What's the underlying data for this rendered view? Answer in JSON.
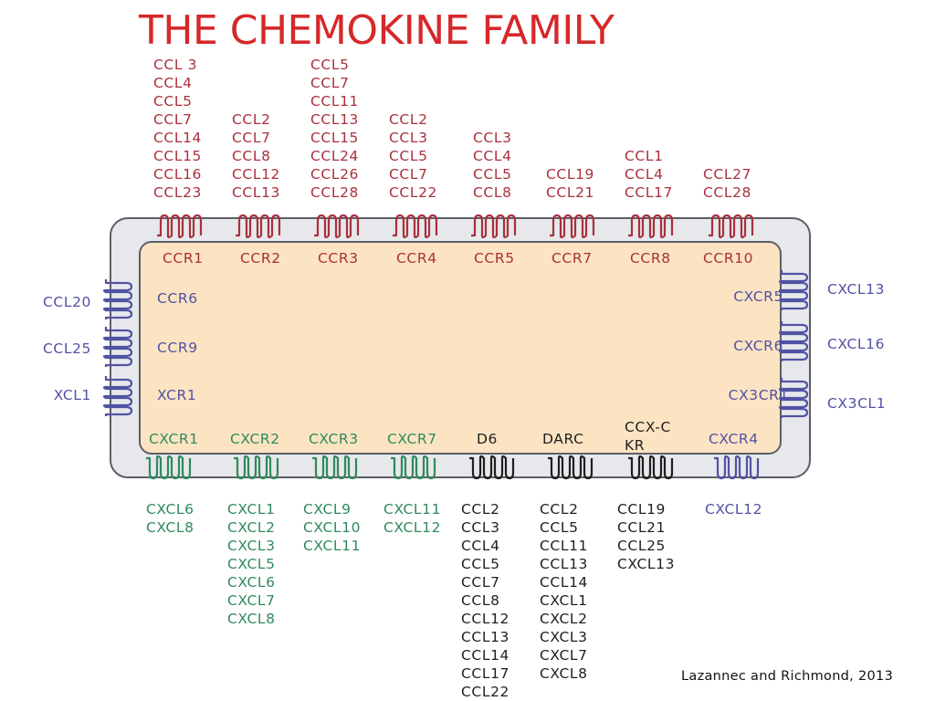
{
  "title": "THE CHEMOKINE FAMILY",
  "credit": "Lazannec and Richmond, 2013",
  "colors": {
    "ccr": "#a9303c",
    "side": "#5152a3",
    "cxcr": "#2f8a5b",
    "atypical": "#1f1f1f",
    "cxcr4": "#5152a3"
  },
  "receptors": {
    "ccr1": {
      "name": "CCR1",
      "ligands": [
        "CCL 3",
        "CCL4",
        "CCL5",
        "CCL7",
        "CCL14",
        "CCL15",
        "CCL16",
        "CCL23"
      ]
    },
    "ccr2": {
      "name": "CCR2",
      "ligands": [
        "CCL2",
        "CCL7",
        "CCL8",
        "CCL12",
        "CCL13"
      ]
    },
    "ccr3": {
      "name": "CCR3",
      "ligands": [
        "CCL5",
        "CCL7",
        "CCL11",
        "CCL13",
        "CCL15",
        "CCL24",
        "CCL26",
        "CCL28"
      ]
    },
    "ccr4": {
      "name": "CCR4",
      "ligands": [
        "CCL2",
        "CCL3",
        "CCL5",
        "CCL7",
        "CCL22"
      ]
    },
    "ccr5": {
      "name": "CCR5",
      "ligands": [
        "CCL3",
        "CCL4",
        "CCL5",
        "CCL8"
      ]
    },
    "ccr7": {
      "name": "CCR7",
      "ligands": [
        "CCL19",
        "CCL21"
      ]
    },
    "ccr8": {
      "name": "CCR8",
      "ligands": [
        "CCL1",
        "CCL4",
        "CCL17"
      ]
    },
    "ccr10": {
      "name": "CCR10",
      "ligands": [
        "CCL27",
        "CCL28"
      ]
    },
    "ccr6": {
      "name": "CCR6",
      "ligand": "CCL20"
    },
    "ccr9": {
      "name": "CCR9",
      "ligand": "CCL25"
    },
    "xcr1": {
      "name": "XCR1",
      "ligand": "XCL1"
    },
    "cxcr5": {
      "name": "CXCR5",
      "ligand": "CXCL13"
    },
    "cxcr6": {
      "name": "CXCR6",
      "ligand": "CXCL16"
    },
    "cx3cr1": {
      "name": "CX3CR1",
      "ligand": "CX3CL1"
    },
    "cxcr1": {
      "name": "CXCR1",
      "ligands": [
        "CXCL6",
        "CXCL8"
      ]
    },
    "cxcr2": {
      "name": "CXCR2",
      "ligands": [
        "CXCL1",
        "CXCL2",
        "CXCL3",
        "CXCL5",
        "CXCL6",
        "CXCL7",
        "CXCL8"
      ]
    },
    "cxcr3": {
      "name": "CXCR3",
      "ligands": [
        "CXCL9",
        "CXCL10",
        "CXCL11"
      ]
    },
    "cxcr7": {
      "name": "CXCR7",
      "ligands": [
        "CXCL11",
        "CXCL12"
      ]
    },
    "d6": {
      "name": "D6",
      "ligands": [
        "CCL2",
        "CCL3",
        "CCL4",
        "CCL5",
        "CCL7",
        "CCL8",
        "CCL12",
        "CCL13",
        "CCL14",
        "CCL17",
        "CCL22"
      ]
    },
    "darc": {
      "name": "DARC",
      "ligands": [
        "CCL2",
        "CCL5",
        "CCL11",
        "CCL13",
        "CCL14",
        "CXCL1",
        "CXCL2",
        "CXCL3",
        "CXCL7",
        "CXCL8"
      ]
    },
    "ccxckr": {
      "name": "CCX-CKR",
      "ligands": [
        "CCL19",
        "CCL21",
        "CCL25",
        "CXCL13"
      ]
    },
    "cxcr4": {
      "name": "CXCR4",
      "ligands": [
        "CXCL12"
      ]
    }
  }
}
